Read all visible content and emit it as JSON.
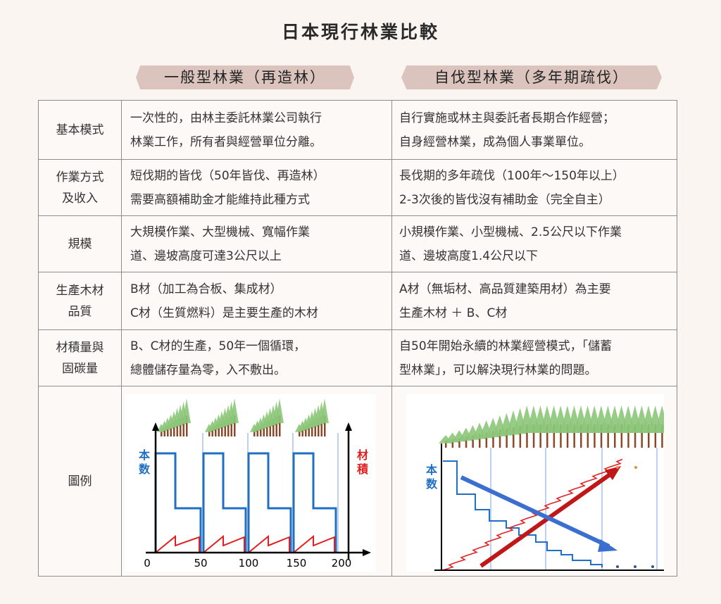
{
  "title": "日本現行林業比較",
  "columns": {
    "general": "一般型林業（再造林）",
    "selfcut": "自伐型林業（多年期疏伐）"
  },
  "rows": [
    {
      "label": [
        "基本模式"
      ],
      "general": [
        "一次性的，由林主委託林業公司執行",
        "林業工作，所有者與經營單位分離。"
      ],
      "selfcut": [
        "自行實施或林主與委託者長期合作經營；",
        "自身經營林業，成為個人事業單位。"
      ]
    },
    {
      "label": [
        "作業方式",
        "及收入"
      ],
      "general": [
        "短伐期的皆伐（50年皆伐、再造林）",
        "需要高額補助金才能維持此種方式"
      ],
      "selfcut": [
        "長伐期的多年疏伐（100年～150年以上）",
        "2-3次後的皆伐沒有補助金（完全自主）"
      ]
    },
    {
      "label": [
        "規模"
      ],
      "general": [
        "大規模作業、大型機械、寬幅作業",
        "道、邊坡高度可達3公尺以上"
      ],
      "selfcut": [
        "小規模作業、小型機械、2.5公尺以下作業",
        "道、邊坡高度1.4公尺以下"
      ]
    },
    {
      "label": [
        "生產木材",
        "品質"
      ],
      "general": [
        "B材（加工為合板、集成材）",
        "C材（生質燃料）是主要生產的木材"
      ],
      "selfcut": [
        "A材（無垢材、高品質建築用材）為主要",
        "生產木材 ＋ B、C材"
      ]
    },
    {
      "label": [
        "材積量與",
        "固碳量"
      ],
      "general": [
        "B、C材的生產，50年一個循環，",
        "總體儲存量為零，入不敷出。"
      ],
      "selfcut": [
        "自50年開始永續的林業經營模式，「儲蓄",
        "型林業」，可以解決現行林業的問題。"
      ]
    }
  ],
  "legend_row_label": "圖例",
  "charts": {
    "general": {
      "y_left": "本数",
      "y_right": "材積",
      "x_ticks": [
        "0",
        "50",
        "100",
        "150",
        "200"
      ]
    },
    "selfcut": {
      "y_left": "本数"
    }
  },
  "colors": {
    "trees": "#1f6fc4",
    "volume": "#e02020",
    "header": "#dcc4be",
    "background": "#fbf5f2"
  }
}
